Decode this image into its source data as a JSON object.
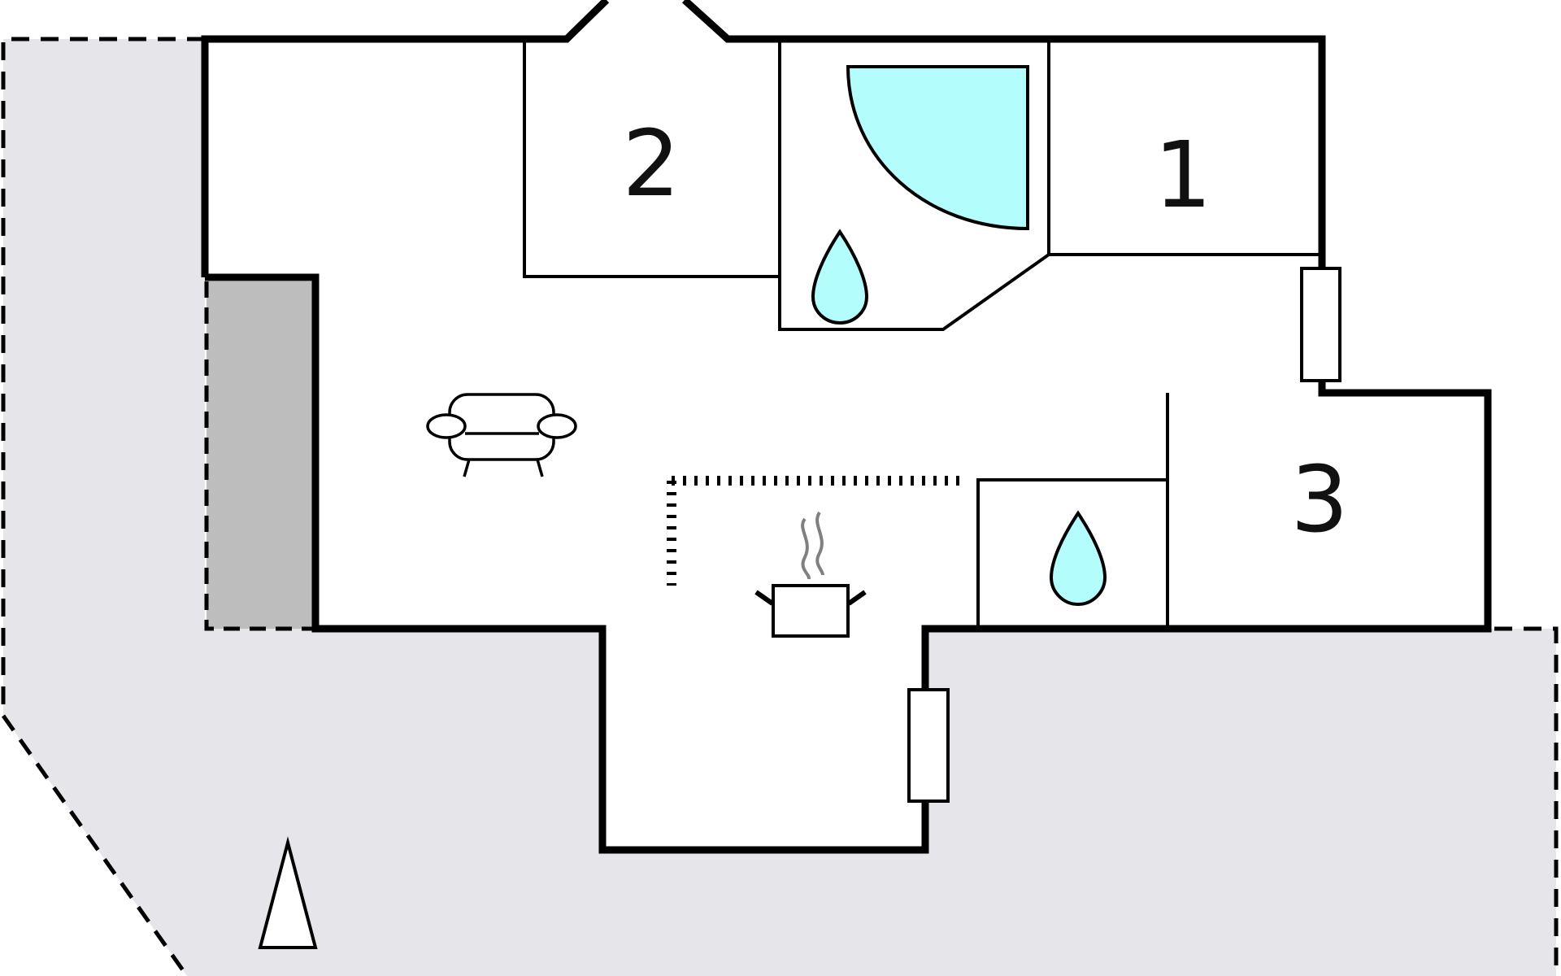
{
  "rooms": [
    {
      "id": "bedroom-1",
      "label": "1"
    },
    {
      "id": "bedroom-2",
      "label": "2"
    },
    {
      "id": "bedroom-3",
      "label": "3"
    }
  ],
  "icons": [
    "bath-icon",
    "water-drop-icon",
    "sofa-icon",
    "cooking-pot-icon",
    "tree-icon",
    "window-icon"
  ],
  "colors": {
    "wall": "#000000",
    "terrace": "#e6e6ea",
    "covered_area": "#bdbdbd",
    "water": "#b3fdfd"
  }
}
